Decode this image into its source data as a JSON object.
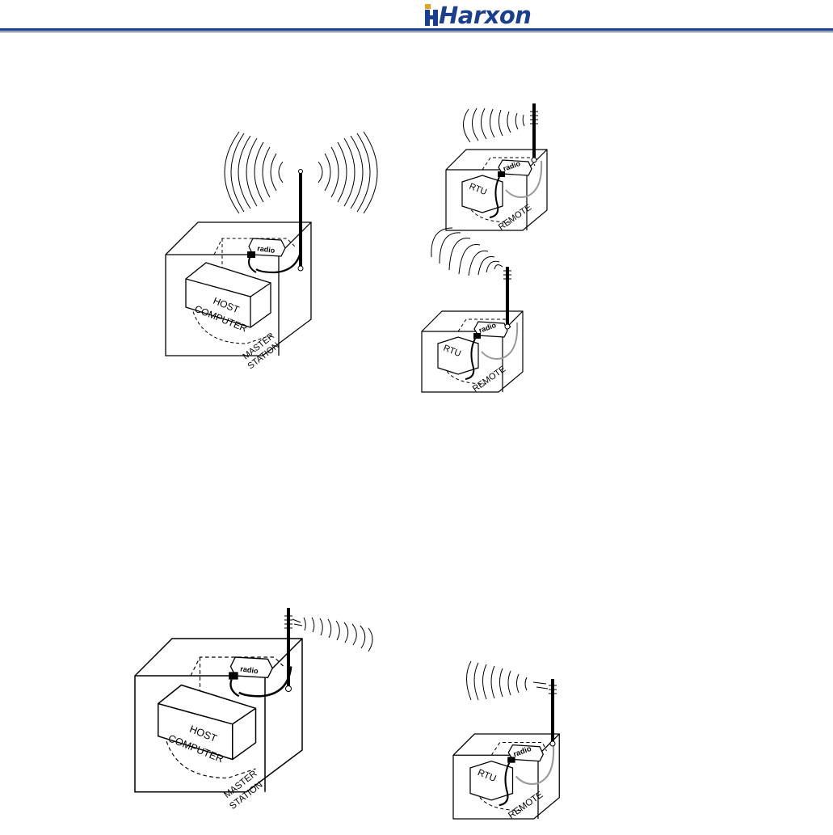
{
  "header": {
    "brand": "Harxon",
    "brand_color": "#1b3f8f",
    "accent_color": "#e5a21b"
  },
  "diagram_top": {
    "master": {
      "host_label_1": "HOST",
      "host_label_2": "COMPUTER",
      "station_label_1": "MASTER",
      "station_label_2": "STATION",
      "radio_label": "radio"
    },
    "remote_1": {
      "rtu_label": "RTU",
      "radio_label": "radio",
      "remote_label": "REMOTE"
    },
    "remote_2": {
      "rtu_label": "RTU",
      "radio_label": "radio",
      "remote_label": "REMOTE"
    }
  },
  "diagram_bottom": {
    "master": {
      "host_label_1": "HOST",
      "host_label_2": "COMPUTER",
      "station_label_1": "MASTER",
      "station_label_2": "STATION",
      "radio_label": "radio"
    },
    "remote": {
      "rtu_label": "RTU",
      "radio_label": "radio",
      "remote_label": "REMOTE"
    }
  }
}
